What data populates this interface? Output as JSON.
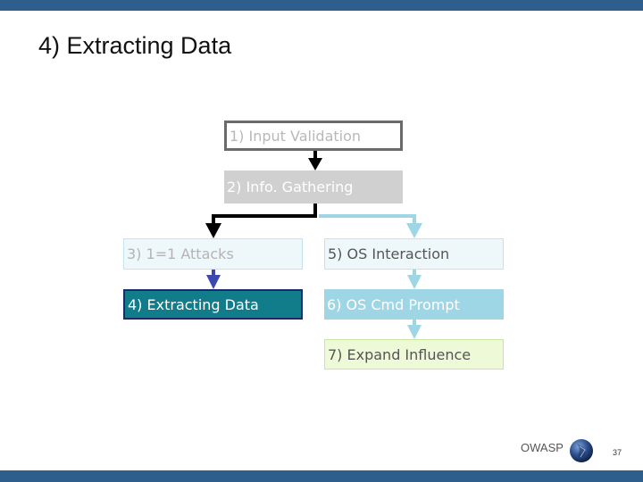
{
  "slide": {
    "title": "4) Extracting Data",
    "footer": "OWASP",
    "page_number": "37"
  },
  "steps": [
    {
      "id": "input-validation",
      "label": "1) Input Validation",
      "state": "past"
    },
    {
      "id": "info-gathering",
      "label": "2) Info. Gathering",
      "state": "past"
    },
    {
      "id": "attacks",
      "label": "3) 1=1 Attacks",
      "state": "past"
    },
    {
      "id": "extracting-data",
      "label": "4) Extracting Data",
      "state": "current"
    },
    {
      "id": "os-interaction",
      "label": "5) OS Interaction",
      "state": "future"
    },
    {
      "id": "os-cmd-prompt",
      "label": "6) OS Cmd Prompt",
      "state": "future"
    },
    {
      "id": "expand-influence",
      "label": "7) Expand Influence",
      "state": "future"
    }
  ],
  "colors": {
    "bars": "#2e5e8c",
    "current_fill": "#117c8a",
    "past_arrow": "#000000",
    "current_arrow": "#3a48b0",
    "future_arrow": "#9fd6e6"
  }
}
